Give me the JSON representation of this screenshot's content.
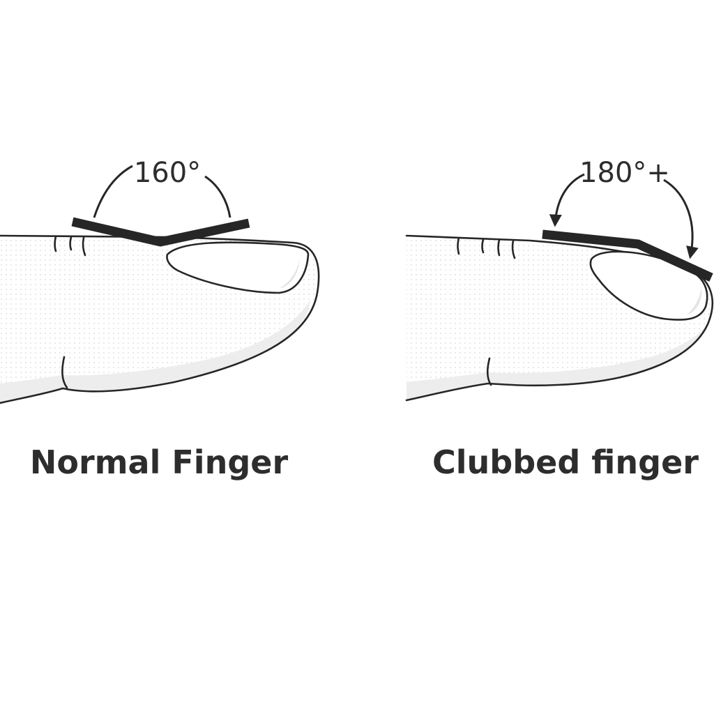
{
  "panels": [
    {
      "angle_label": "160°",
      "caption": "Normal Finger"
    },
    {
      "angle_label": "180°+",
      "caption": "Clubbed finger"
    }
  ],
  "colors": {
    "line": "#262626",
    "text": "#2d2d2d",
    "skin": "#ffffff",
    "shade": "#ededed",
    "dots": "#d6d6d6"
  },
  "icons": [
    "curved-arrow-icon",
    "angle-bar-icon",
    "finger-illustration-icon"
  ]
}
